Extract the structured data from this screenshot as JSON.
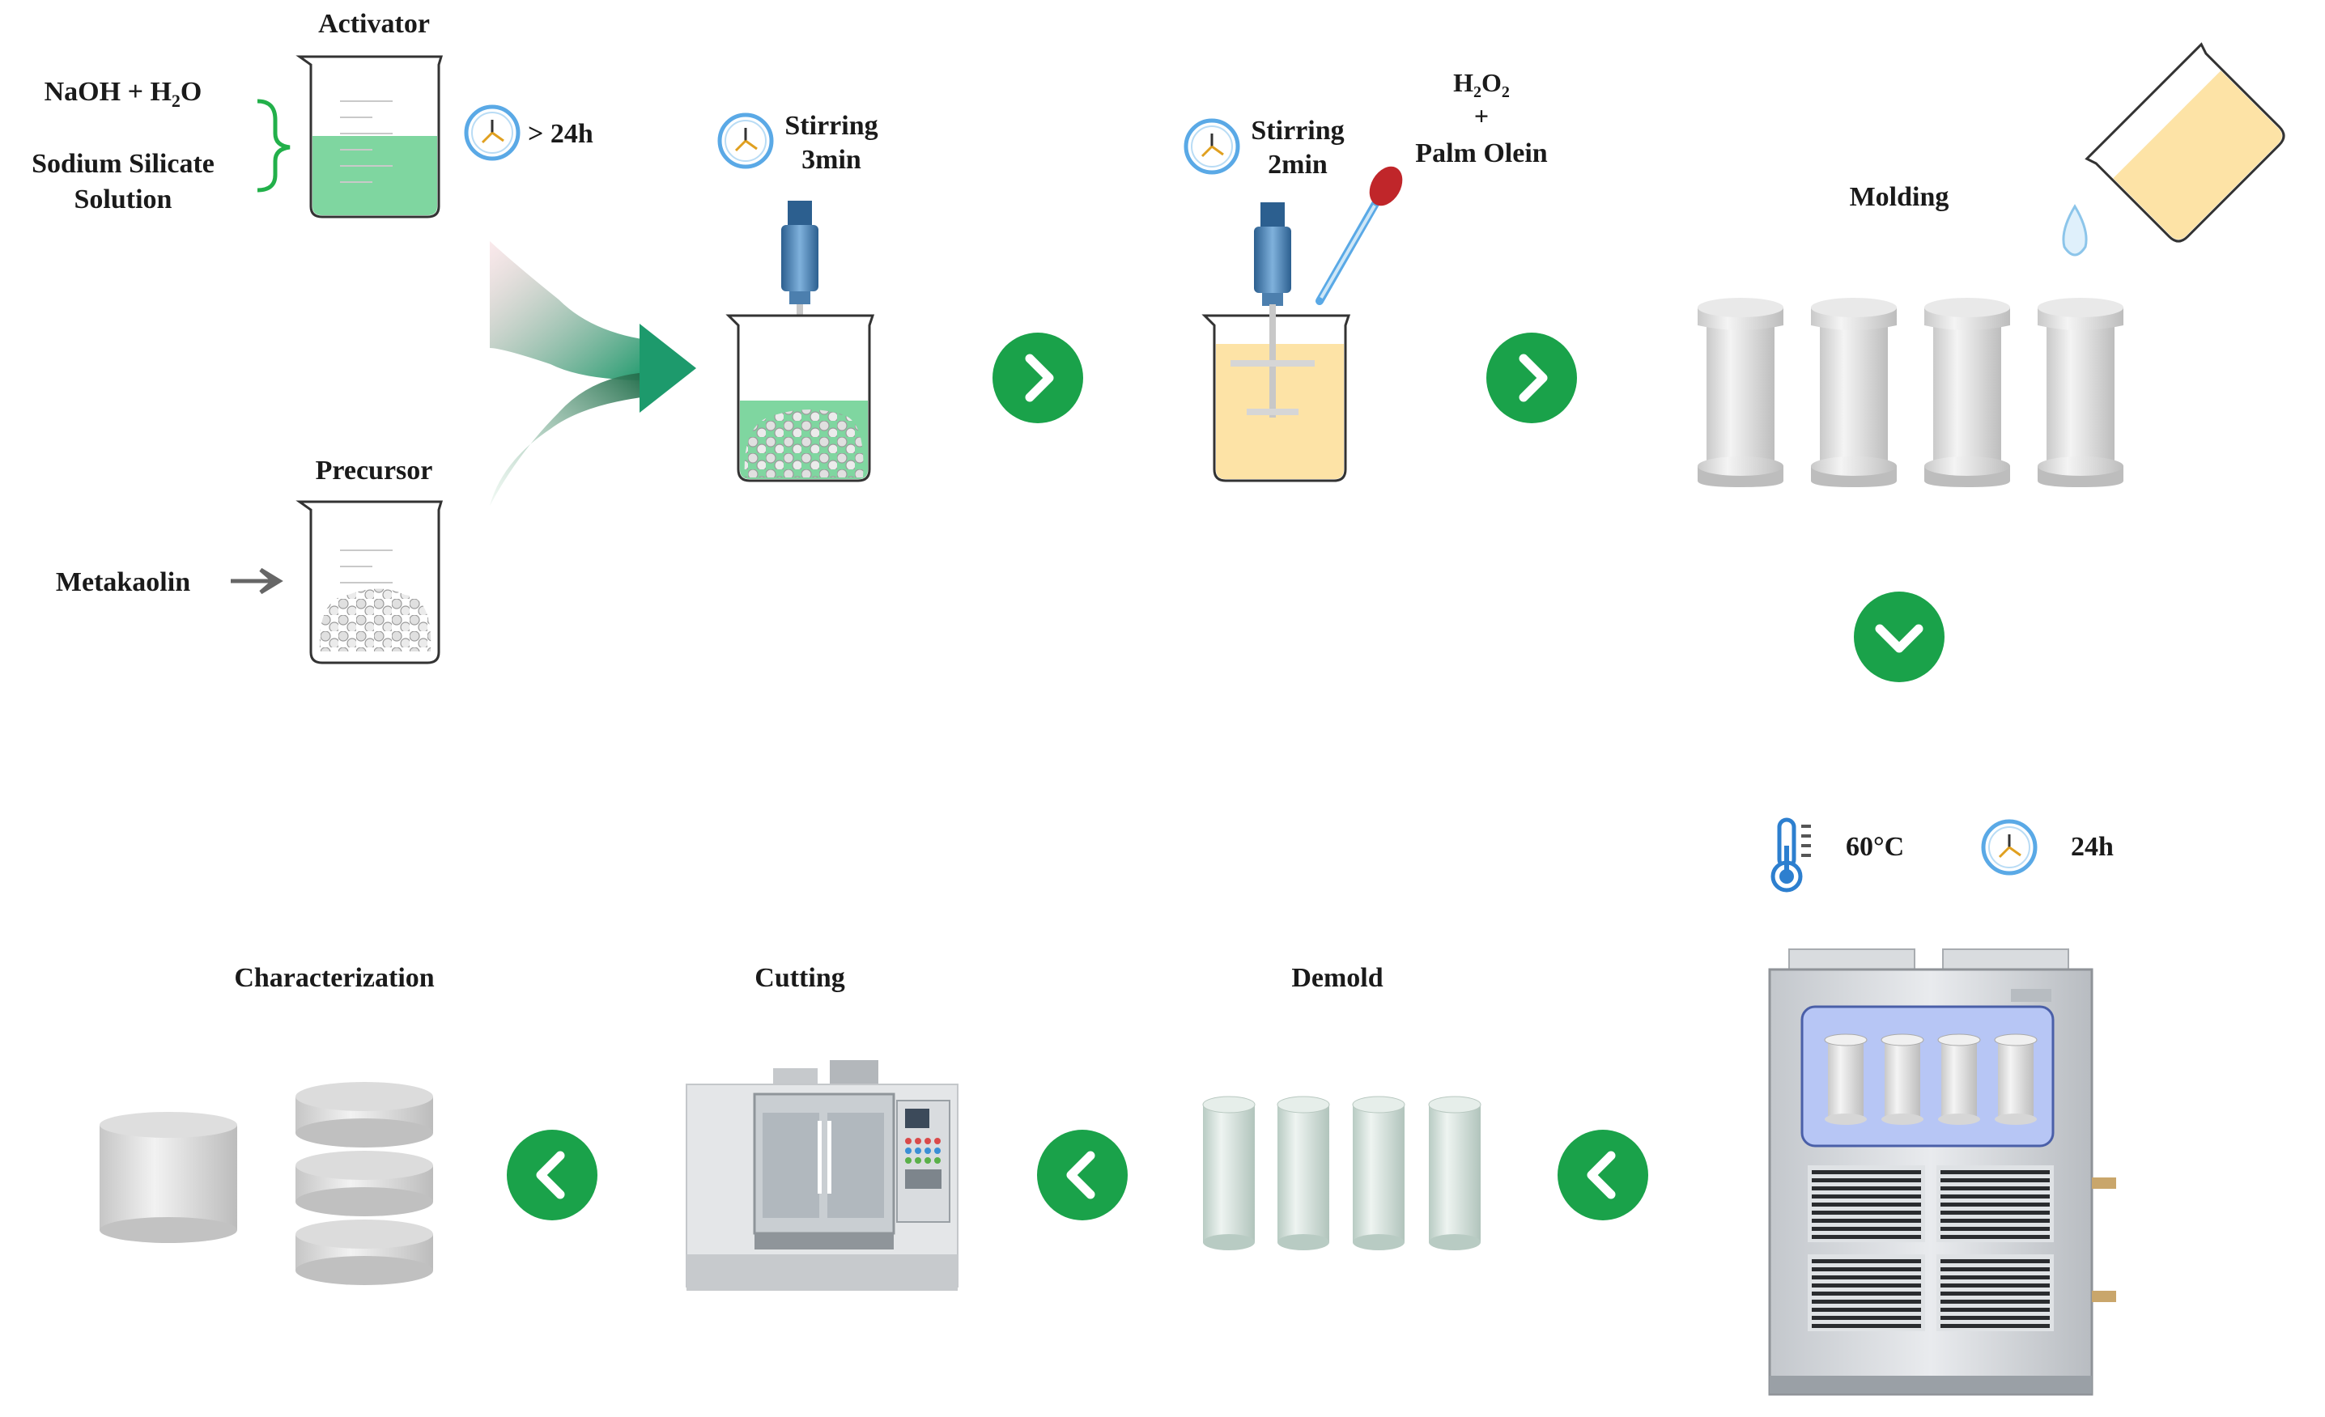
{
  "labels": {
    "activator": "Activator",
    "naoh_base": "NaOH + H",
    "naoh_sub": "2",
    "naoh_end": "O",
    "sodium_silicate_1": "Sodium Silicate",
    "sodium_silicate_2": "Solution",
    "aging_time": "> 24h",
    "precursor": "Precursor",
    "metakaolin": "Metakaolin",
    "stir1_a": "Stirring",
    "stir1_b": "3min",
    "stir2_a": "Stirring",
    "stir2_b": "2min",
    "h2o2_a": "H",
    "h2o2_sub1": "2",
    "h2o2_b": "O",
    "h2o2_sub2": "2",
    "plus": "+",
    "palm_olein": "Palm Olein",
    "molding": "Molding",
    "temperature": "60°C",
    "curing_time": "24h",
    "demold": "Demold",
    "cutting": "Cutting",
    "characterization": "Characterization"
  },
  "colors": {
    "arrow_green": "#1aa24a",
    "activator_liquid": "#7fd6a0",
    "olein_liquid": "#fde3a6",
    "cylinder_grey": "#e6e6e6",
    "oven_window": "#b7c6f5",
    "clock_blue": "#5aa9e6"
  },
  "icons": [
    "clock-icon",
    "thermometer-icon",
    "chevron-right-icon",
    "chevron-down-icon",
    "chevron-left-icon"
  ]
}
